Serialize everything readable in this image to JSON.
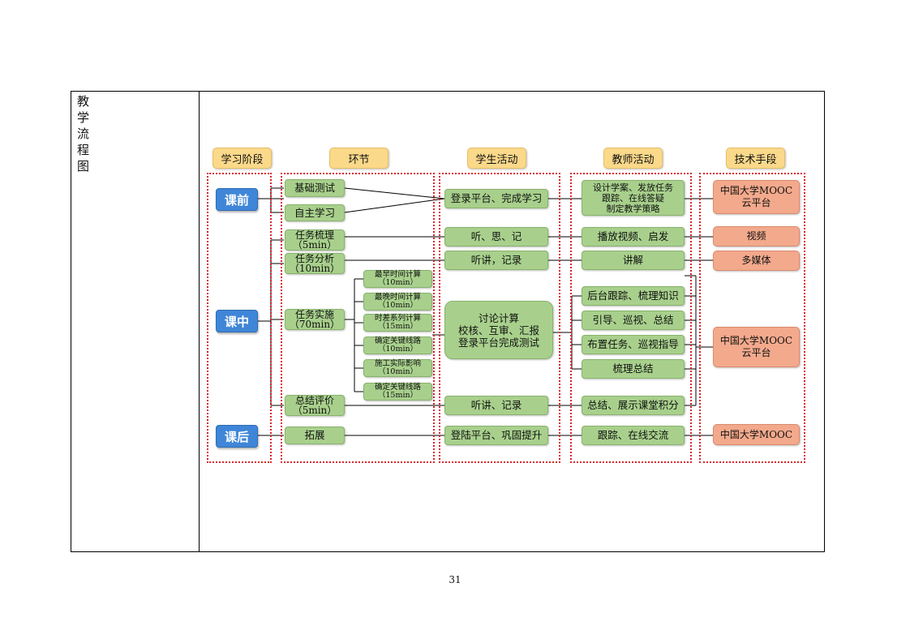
{
  "row_label": "教学流程图",
  "page_number": "31",
  "headers": {
    "stage": "学习阶段",
    "segment": "环节",
    "student": "学生活动",
    "teacher": "教师活动",
    "tech": "技术手段"
  },
  "stages": {
    "before": "课前",
    "during": "课中",
    "after": "课后"
  },
  "segments": {
    "basic_test": "基础测试",
    "self_study": "自主学习",
    "task_sort": [
      "任务梳理",
      "（5min）"
    ],
    "task_analysis": [
      "任务分析",
      "（10min）"
    ],
    "task_impl": [
      "任务实施",
      "（70min）"
    ],
    "summary_eval": [
      "总结评价",
      "（5min）"
    ],
    "extension": "拓展"
  },
  "subtasks": [
    [
      "最早时间计算",
      "（10min）"
    ],
    [
      "最晚时间计算",
      "（10min）"
    ],
    [
      "时差系列计算",
      "（15min）"
    ],
    [
      "确定关键线路",
      "（10min）"
    ],
    [
      "施工实际影响",
      "（10min）"
    ],
    [
      "确定关键线路",
      "（15min）"
    ]
  ],
  "student": {
    "login_complete": "登录平台、完成学习",
    "listen_think": "听、思、记",
    "listen_note1": "听讲，记录",
    "discuss": [
      "讨论计算",
      "校核、互审、汇报",
      "登录平台完成测试"
    ],
    "listen_note2": "听讲、记录",
    "login_consolidate": "登陆平台、巩固提升"
  },
  "teacher": {
    "design": [
      "设计学案、发放任务",
      "跟踪、在线答疑",
      "制定教学策略"
    ],
    "play_video": "播放视频、启发",
    "explain": "讲解",
    "track": "后台跟踪、梳理知识",
    "guide": "引导、巡视、总结",
    "assign": "布置任务、巡视指导",
    "sort_summary": "梳理总结",
    "summary_score": "总结、展示课堂积分",
    "follow_up": "跟踪、在线交流"
  },
  "tech": {
    "mooc_cloud_1": [
      "中国大学MOOC",
      "云平台"
    ],
    "video": "视频",
    "multimedia": "多媒体",
    "mooc_cloud_2": [
      "中国大学MOOC",
      "云平台"
    ],
    "mooc": "中国大学MOOC"
  }
}
